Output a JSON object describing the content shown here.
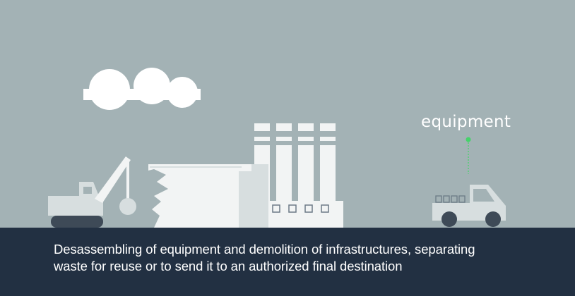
{
  "annotation": {
    "label": "equipment",
    "accent_color": "#45d36a"
  },
  "caption": {
    "line1": "Desassembling of equipment and demolition of infrastructures, separating",
    "line2": "waste for reuse or to send it to an authorized final destination"
  },
  "colors": {
    "background": "#a3b2b5",
    "caption_bar": "#223042",
    "light": "#f2f4f4",
    "mid": "#d7dedf",
    "dark": "#3e4a57"
  }
}
